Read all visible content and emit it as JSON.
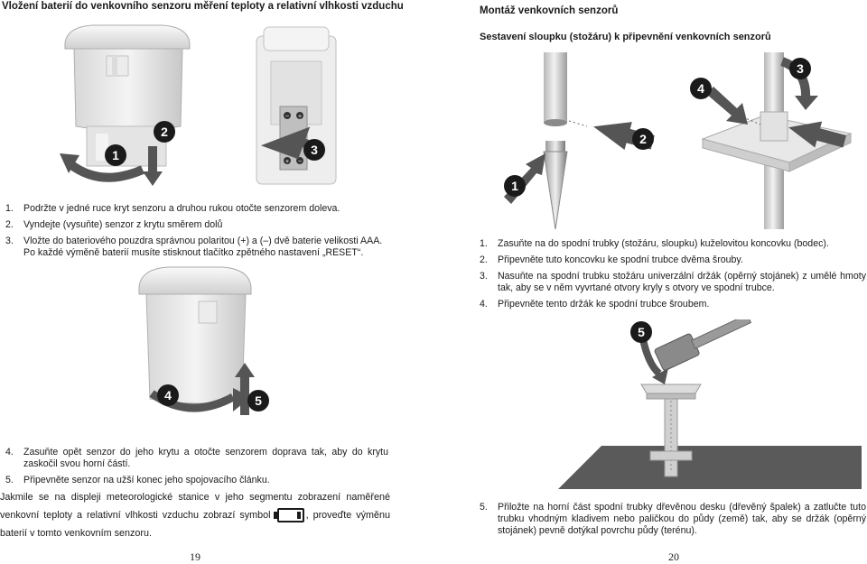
{
  "left": {
    "title": "Vložení baterií do venkovního senzoru měření teploty a relativní vlhkosti vzduchu",
    "steps1": [
      {
        "num": "1.",
        "text": "Podržte v jedné ruce kryt senzoru a druhou rukou otočte senzorem doleva."
      },
      {
        "num": "2.",
        "text": "Vyndejte (vysuňte) senzor z krytu směrem dolů"
      },
      {
        "num": "3.",
        "text": "Vložte do bateriového pouzdra správnou polaritou (+) a (–) dvě baterie velikosti AAA. Po každé výměně baterií musíte stisknout tlačítko zpětného nastavení „RESET“."
      }
    ],
    "steps2": [
      {
        "num": "4.",
        "text": "Zasuňte opět senzor do jeho krytu a otočte senzorem doprava tak, aby do krytu zaskočil svou horní částí."
      },
      {
        "num": "5.",
        "text": "Připevněte senzor na užší konec jeho spojovacího článku."
      }
    ],
    "note_before": "Jakmile se na displeji meteorologické stanice v jeho segmentu zobrazení naměřené venkovní teploty a relativní vlhkosti vzduchu zobrazí symbol",
    "note_after": ", proveďte výměnu baterií v tomto venkovním senzoru.",
    "battery_icon": "low-battery-icon",
    "page_number": "19",
    "badges": {
      "b1": "1",
      "b2": "2",
      "b3": "3",
      "b4": "4",
      "b5": "5"
    },
    "battery_signs": {
      "plus": "+",
      "minus": "−"
    }
  },
  "right": {
    "title": "Montáž venkovních senzorů",
    "subtitle": "Sestavení sloupku (stožáru) k připevnění venkovních senzorů",
    "steps1": [
      {
        "num": "1.",
        "text": "Zasuňte na do spodní trubky (stožáru, sloupku) kuželovitou koncovku (bodec)."
      },
      {
        "num": "2.",
        "text": "Připevněte tuto koncovku ke spodní trubce dvěma šrouby."
      },
      {
        "num": "3.",
        "text": "Nasuňte na spodní trubku stožáru univerzální držák (opěrný stojánek) z umělé hmoty tak, aby se v něm vyvrtané otvory kryly s otvory ve spodní trubce."
      },
      {
        "num": "4.",
        "text": "Připevněte tento držák ke spodní trubce šroubem."
      }
    ],
    "steps2": [
      {
        "num": "5.",
        "text": "Přiložte na horní část spodní trubky dřevěnou desku (dřevěný špalek) a zatlučte tuto trubku vhodným kladivem nebo paličkou do půdy (země) tak, aby se držák (opěrný stojánek) pevně dotýkal povrchu půdy (terénu)."
      }
    ],
    "page_number": "20",
    "badges": {
      "b1": "1",
      "b2": "2",
      "b3": "3",
      "b4": "4",
      "b5": "5"
    }
  },
  "colors": {
    "badge": "#1a1a1a",
    "arrow": "#555555",
    "ground": "#5a5a5a"
  }
}
